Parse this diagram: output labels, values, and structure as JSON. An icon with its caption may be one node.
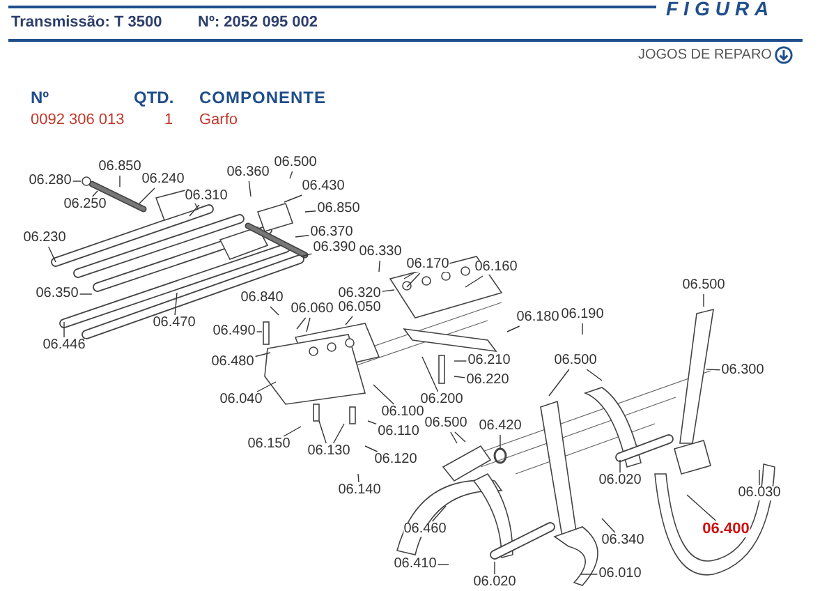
{
  "diagram": {
    "nodes": [
      {
        "text": [
          "06.280"
        ]
      },
      {
        "text": [
          "06.850"
        ]
      },
      {
        "text": [
          "06.240"
        ]
      },
      {
        "text": [
          "06.250"
        ]
      },
      {
        "text": [
          "06.360"
        ]
      },
      {
        "text": [
          "06.500"
        ]
      },
      {
        "text": [
          "06.430"
        ]
      },
      {
        "text": [
          "06.310"
        ]
      },
      {
        "text": [
          "06.850"
        ]
      },
      {
        "text": [
          "06.370"
        ]
      },
      {
        "text": [
          "06.230"
        ]
      },
      {
        "text": [
          "06.390"
        ]
      },
      {
        "text": [
          "06.330"
        ]
      },
      {
        "text": [
          "06.170"
        ]
      },
      {
        "text": [
          "06.160"
        ]
      },
      {
        "text": [
          "06.320"
        ]
      },
      {
        "text": [
          "06.350"
        ]
      },
      {
        "text": [
          "06.840"
        ]
      },
      {
        "text": [
          "06.060"
        ]
      },
      {
        "text": [
          "06.050"
        ]
      },
      {
        "text": [
          "06.190"
        ]
      },
      {
        "text": [
          "06.180"
        ]
      },
      {
        "text": [
          "06.470"
        ]
      },
      {
        "text": [
          "06.490"
        ]
      },
      {
        "text": [
          "06.446"
        ]
      },
      {
        "text": [
          "06.210"
        ]
      },
      {
        "text": [
          "06.500"
        ]
      },
      {
        "text": [
          "06.480"
        ]
      },
      {
        "text": [
          "06.300"
        ]
      },
      {
        "text": [
          "06.220"
        ]
      },
      {
        "text": [
          "06.040"
        ]
      },
      {
        "text": [
          "06.200"
        ]
      },
      {
        "text": [
          "06.100"
        ]
      },
      {
        "text": [
          "06.500"
        ]
      },
      {
        "text": [
          "06.420"
        ]
      },
      {
        "text": [
          "06.110"
        ]
      },
      {
        "text": [
          "06.150"
        ]
      },
      {
        "text": [
          "06.130"
        ]
      },
      {
        "text": [
          "06.120"
        ]
      },
      {
        "text": [
          "06.020"
        ]
      },
      {
        "text": [
          "06.140"
        ]
      },
      {
        "text": [
          "06.030"
        ]
      },
      {
        "text": [
          "06.460"
        ]
      },
      {
        "text": [
          "06.400"
        ]
      },
      {
        "text": [
          "06.340"
        ]
      },
      {
        "text": [
          "06.410"
        ]
      },
      {
        "text": [
          "06.010"
        ]
      },
      {
        "text": [
          "06.020"
        ]
      },
      {
        "text": [
          "06.500"
        ]
      }
    ],
    "edges": [
      {
        "from": 0,
        "to": null,
        "arrow": "none"
      },
      {
        "from": 1,
        "to": null,
        "arrow": "none"
      },
      {
        "from": 2,
        "to": null,
        "arrow": "none"
      },
      {
        "from": 3,
        "to": null,
        "arrow": "none"
      },
      {
        "from": 4,
        "to": null,
        "arrow": "none"
      },
      {
        "from": 5,
        "to": null,
        "arrow": "none"
      },
      {
        "from": 6,
        "to": null,
        "arrow": "none"
      },
      {
        "from": 7,
        "to": null,
        "arrow": "none"
      },
      {
        "from": 8,
        "to": null,
        "arrow": "none"
      },
      {
        "from": 9,
        "to": null,
        "arrow": "none"
      },
      {
        "from": 10,
        "to": null,
        "arrow": "none"
      },
      {
        "from": 11,
        "to": null,
        "arrow": "none"
      },
      {
        "from": 12,
        "to": null,
        "arrow": "none"
      },
      {
        "from": 13,
        "to": null,
        "arrow": "none"
      },
      {
        "from": 13,
        "to": null,
        "arrow": "none"
      },
      {
        "from": 14,
        "to": null,
        "arrow": "none"
      },
      {
        "from": 15,
        "to": null,
        "arrow": "none"
      },
      {
        "from": 16,
        "to": null,
        "arrow": "none"
      },
      {
        "from": 17,
        "to": null,
        "arrow": "none"
      },
      {
        "from": 18,
        "to": null,
        "arrow": "none"
      },
      {
        "from": 18,
        "to": null,
        "arrow": "none"
      },
      {
        "from": 19,
        "to": null,
        "arrow": "none"
      },
      {
        "from": 20,
        "to": null,
        "arrow": "none"
      },
      {
        "from": 21,
        "to": null,
        "arrow": "none"
      },
      {
        "from": 22,
        "to": null,
        "arrow": "none"
      },
      {
        "from": 23,
        "to": null,
        "arrow": "none"
      },
      {
        "from": 24,
        "to": null,
        "arrow": "none"
      },
      {
        "from": 25,
        "to": null,
        "arrow": "none"
      },
      {
        "from": 26,
        "to": null,
        "arrow": "none"
      },
      {
        "from": 26,
        "to": null,
        "arrow": "none"
      },
      {
        "from": 27,
        "to": null,
        "arrow": "none"
      },
      {
        "from": 28,
        "to": null,
        "arrow": "none"
      },
      {
        "from": 29,
        "to": null,
        "arrow": "none"
      },
      {
        "from": 30,
        "to": null,
        "arrow": "none"
      },
      {
        "from": 31,
        "to": null,
        "arrow": "none"
      },
      {
        "from": 32,
        "to": null,
        "arrow": "none"
      },
      {
        "from": 33,
        "to": null,
        "arrow": "none"
      },
      {
        "from": 33,
        "to": null,
        "arrow": "none"
      },
      {
        "from": 34,
        "to": null,
        "arrow": "none"
      },
      {
        "from": 35,
        "to": null,
        "arrow": "none"
      },
      {
        "from": 36,
        "to": null,
        "arrow": "none"
      },
      {
        "from": 37,
        "to": null,
        "arrow": "none"
      },
      {
        "from": 37,
        "to": null,
        "arrow": "none"
      },
      {
        "from": 38,
        "to": null,
        "arrow": "none"
      },
      {
        "from": 39,
        "to": null,
        "arrow": "none"
      },
      {
        "from": 40,
        "to": null,
        "arrow": "none"
      },
      {
        "from": 41,
        "to": null,
        "arrow": "none"
      },
      {
        "from": 42,
        "to": null,
        "arrow": "none"
      },
      {
        "from": 43,
        "to": null,
        "arrow": "none"
      },
      {
        "from": 44,
        "to": null,
        "arrow": "none"
      },
      {
        "from": 45,
        "to": null,
        "arrow": "none"
      },
      {
        "from": 46,
        "to": null,
        "arrow": "none"
      },
      {
        "from": 47,
        "to": null,
        "arrow": "none"
      },
      {
        "from": 48,
        "to": null,
        "arrow": "none"
      }
    ],
    "labels": [
      "FIGURA",
      "Transmissão: T 3500",
      "Nº: 2052 095 002",
      "JOGOS DE REPARO",
      "Nº",
      "QTD.",
      "COMPONENTE",
      "0092 306 013",
      "1",
      "Garfo"
    ]
  }
}
